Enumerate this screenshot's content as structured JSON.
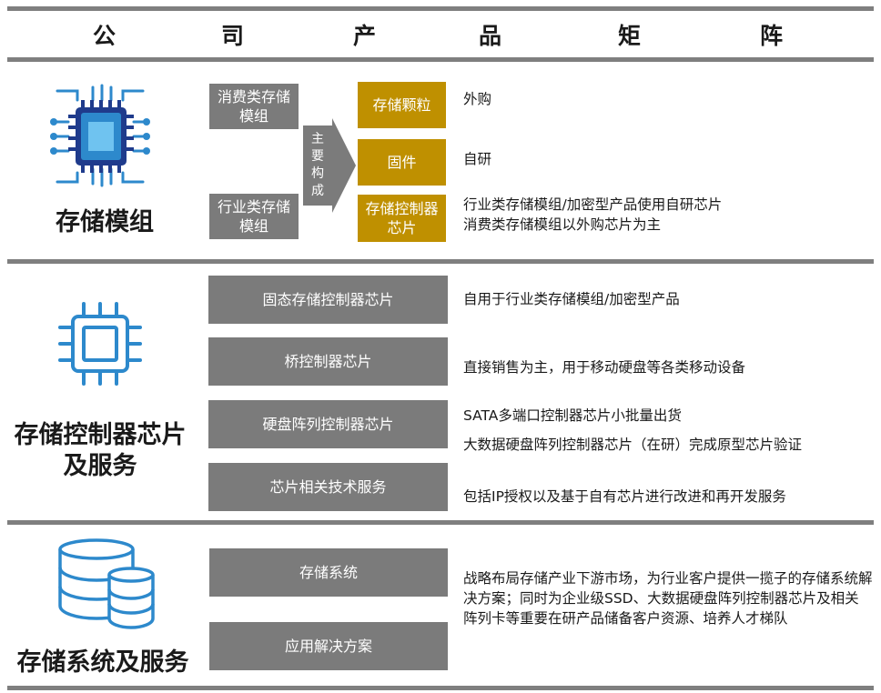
{
  "header": {
    "chars": [
      "公",
      "司",
      "产",
      "品",
      "矩",
      "阵"
    ]
  },
  "sections": {
    "module": {
      "label": "存储模组",
      "boxes": {
        "consumer": "消费类存储模组",
        "industry": "行业类存储模组"
      },
      "main_composition": "主要构成",
      "components": [
        {
          "name": "存储颗粒",
          "desc": "外购"
        },
        {
          "name": "固件",
          "desc": "自研"
        },
        {
          "name": "存储控制器芯片",
          "desc": "行业类存储模组/加密型产品使用自研芯片\n消费类存储模组以外购芯片为主"
        }
      ]
    },
    "controller": {
      "label_line1": "存储控制器芯片",
      "label_line2": "及服务",
      "items": [
        {
          "name": "固态存储控制器芯片",
          "desc": "自用于行业类存储模组/加密型产品"
        },
        {
          "name": "桥控制器芯片",
          "desc": "直接销售为主，用于移动硬盘等各类移动设备"
        },
        {
          "name": "硬盘阵列控制器芯片",
          "desc": "SATA多端口控制器芯片小批量出货",
          "desc2": "大数据硬盘阵列控制器芯片（在研）完成原型芯片验证"
        },
        {
          "name": "芯片相关技术服务",
          "desc": "包括IP授权以及基于自有芯片进行改进和再开发服务"
        }
      ]
    },
    "system": {
      "label": "存储系统及服务",
      "items": [
        "存储系统",
        "应用解决方案"
      ],
      "desc": "战略布局存储产业下游市场，为行业客户提供一揽子的存储系统解决方案；同时为企业级SSD、大数据硬盘阵列控制器芯片及相关阵列卡等重要在研产品储备客户资源、培养人才梯队"
    }
  },
  "colors": {
    "gray_box": "#7b7b7b",
    "gold_box": "#bf9000",
    "rule": "#7f7f7f",
    "icon_blue": "#2d89cc",
    "chip_dark": "#1f3b8c"
  }
}
